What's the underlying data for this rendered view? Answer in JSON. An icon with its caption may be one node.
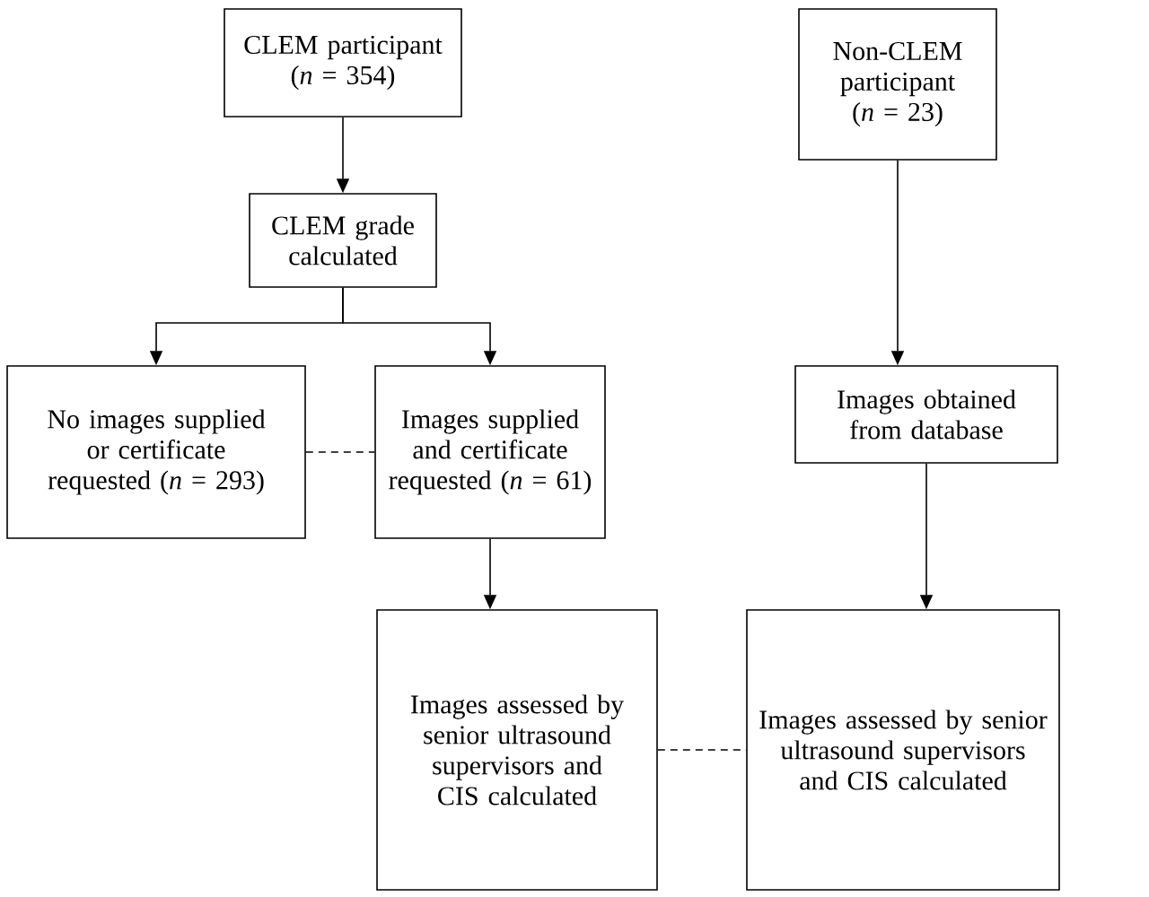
{
  "diagram": {
    "nodes": [
      {
        "text": [
          "CLEM participant (*n* = 354)"
        ]
      },
      {
        "text": [
          "CLEM grade calculated"
        ]
      },
      {
        "text": [
          "No images supplied or certificate requested (*n* = 293)"
        ]
      },
      {
        "text": [
          "Images supplied and certificate requested (*n* = 61)"
        ]
      },
      {
        "text": [
          "Images assessed by senior ultrasound supervisors and CIS calculated"
        ]
      },
      {
        "text": [
          "Non-CLEM participant (*n* = 23)"
        ]
      },
      {
        "text": [
          "Images obtained from database"
        ]
      },
      {
        "text": [
          "Images assessed by senior ultrasound supervisors and CIS calculated"
        ]
      }
    ],
    "edges": [
      {
        "from": 0,
        "to": 1,
        "arrow": "to"
      },
      {
        "from": 1,
        "to": 2,
        "arrow": "to"
      },
      {
        "from": 1,
        "to": 3,
        "arrow": "to"
      },
      {
        "from": 2,
        "to": 3,
        "arrow": "none",
        "style": "dashed"
      },
      {
        "from": 3,
        "to": 4,
        "arrow": "to"
      },
      {
        "from": 5,
        "to": 6,
        "arrow": "to"
      },
      {
        "from": 6,
        "to": 7,
        "arrow": "to"
      },
      {
        "from": 4,
        "to": 7,
        "arrow": "none",
        "style": "dashed"
      }
    ]
  }
}
